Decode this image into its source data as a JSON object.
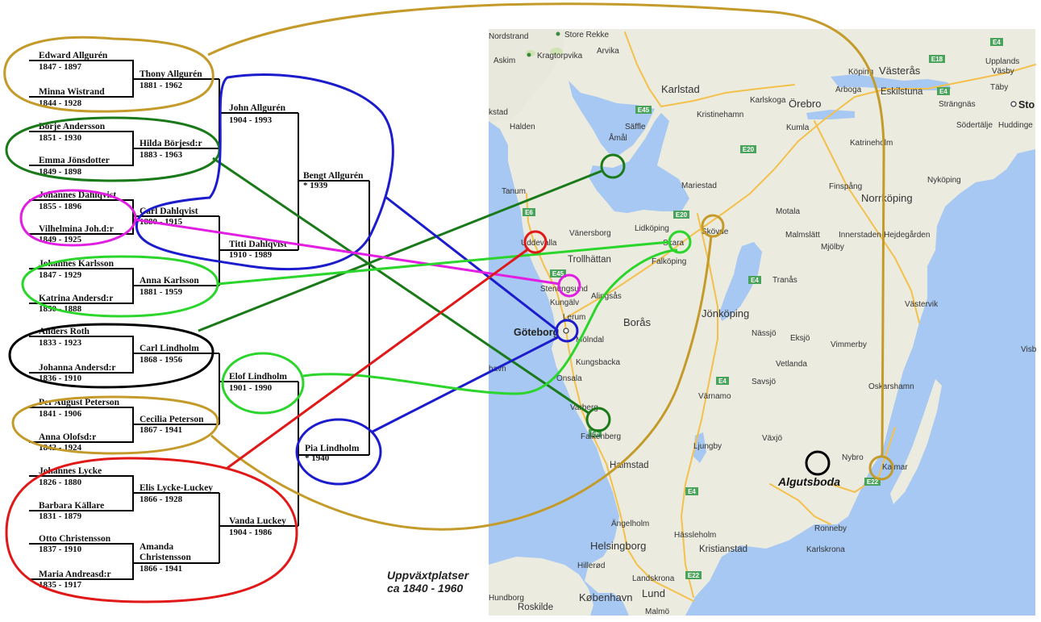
{
  "people": {
    "edward": {
      "name": "Edward Allgurén",
      "years": "1847 - 1897"
    },
    "minna": {
      "name": "Minna Wistrand",
      "years": "1844 - 1928"
    },
    "thony": {
      "name": "Thony Allgurén",
      "years": "1881 - 1962"
    },
    "borje": {
      "name": "Börje Andersson",
      "years": "1851 - 1930"
    },
    "emma": {
      "name": "Emma Jönsdotter",
      "years": "1849 - 1898"
    },
    "hilda": {
      "name": "Hilda Börjesd:r",
      "years": "1883 - 1963"
    },
    "john": {
      "name": "John Allgurén",
      "years": "1904 - 1993"
    },
    "bengt": {
      "name": "Bengt Allgurén",
      "years": "* 1939"
    },
    "johannes_d": {
      "name": "Johannes Dahlqvist",
      "years": "1855 - 1896"
    },
    "vilhelmina": {
      "name": "Vilhelmina Joh.d:r",
      "years": "1849 - 1925"
    },
    "carl_d": {
      "name": "Carl Dahlqvist",
      "years": "1880 - 1915"
    },
    "titti": {
      "name": "Titti Dahlqvist",
      "years": "1910 - 1989"
    },
    "johannes_k": {
      "name": "Johannes Karlsson",
      "years": "1847 - 1929"
    },
    "katrina": {
      "name": "Katrina Andersd:r",
      "years": "1850 - 1888"
    },
    "anna_k": {
      "name": "Anna Karlsson",
      "years": "1881 - 1959"
    },
    "anders": {
      "name": "Anders Roth",
      "years": "1833 - 1923"
    },
    "johanna": {
      "name": "Johanna Andersd:r",
      "years": "1836 - 1910"
    },
    "carl_l": {
      "name": "Carl Lindholm",
      "years": "1868 - 1956"
    },
    "elof": {
      "name": "Elof Lindholm",
      "years": "1901 - 1990"
    },
    "per": {
      "name": "Per August Peterson",
      "years": "1841 - 1906"
    },
    "anna_o": {
      "name": "Anna Olofsd:r",
      "years": "1842 - 1924"
    },
    "cecilia": {
      "name": "Cecilia Peterson",
      "years": "1867 - 1941"
    },
    "pia": {
      "name": "Pia Lindholm",
      "years": "* 1940"
    },
    "johannes_l": {
      "name": "Johannes Lycke",
      "years": "1826 - 1880"
    },
    "barbara": {
      "name": "Barbara Källare",
      "years": "1831 - 1879"
    },
    "elis": {
      "name": "Elis Lycke-Luckey",
      "years": "1866 - 1928"
    },
    "vanda": {
      "name": "Vanda Luckey",
      "years": "1904 - 1986"
    },
    "otto": {
      "name": "Otto Christensson",
      "years": "1837 - 1910"
    },
    "maria": {
      "name": "Maria Andreasd:r",
      "years": "1835 - 1917"
    },
    "amanda": {
      "name": "Amanda",
      "name2": "Christensson",
      "years": "1866 - 1941"
    }
  },
  "map": {
    "places": {
      "nordstrand": "Nordstrand",
      "store_rekke": "Store Rekke",
      "askim": "Askim",
      "kragtorpvika": "Kragtorpvika",
      "arvika": "Arvika",
      "karlstad": "Karlstad",
      "karlskoga": "Karlskoga",
      "orebro": "Örebro",
      "kristinehamn": "Kristinehamn",
      "koping": "Köping",
      "vasteras": "Västerås",
      "uppland": "Upplands",
      "vasby": "Väsby",
      "taby": "Täby",
      "arboga": "Arboga",
      "eskilstuna": "Eskilstuna",
      "strangnas": "Strängnäs",
      "stockholm": "Sto",
      "sodertalje": "Södertälje",
      "huddinge": "Huddinge",
      "kumla": "Kumla",
      "saffle": "Säffle",
      "halden": "Halden",
      "skstad": "kstad",
      "amal": "Åmål",
      "katrineholm": "Katrineholm",
      "nykoping": "Nyköping",
      "mariestad": "Mariestad",
      "finspang": "Finspång",
      "norrkoping": "Norrköping",
      "tanum": "Tanum",
      "vanersborg": "Vänersborg",
      "lidkoping": "Lidköping",
      "skovde": "Skövde",
      "motala": "Motala",
      "uddevalla": "Uddevalla",
      "skara": "Skara",
      "malmslatt": "Malmslätt",
      "innerstaden": "Innerstaden-Hejdegården",
      "mjolby": "Mjölby",
      "trollhattan": "Trollhättan",
      "falkoping": "Falköping",
      "tranas": "Tranås",
      "stenungsund": "Stenungsund",
      "kungalv": "Kungälv",
      "alingsas": "Alingsås",
      "jonkoping": "Jönköping",
      "vastervik": "Västervik",
      "lerum": "Lerum",
      "goteborg": "Göteborg",
      "boras": "Borås",
      "nassjo": "Nässjö",
      "eksjo": "Eksjö",
      "molndal": "Mölndal",
      "vimmerby": "Vimmerby",
      "kungsbacka": "Kungsbacka",
      "vetlanda": "Vetlanda",
      "visb": "Visb",
      "havn": "havn",
      "savsjo": "Savsjö",
      "onsala": "Onsala",
      "varnamo": "Värnamo",
      "oskarshamn": "Oskarshamn",
      "varberg": "Varberg",
      "falkenberg": "Falkenberg",
      "ljungby": "Ljungby",
      "vaxjo": "Växjö",
      "nybro": "Nybro",
      "halmstad": "Halmstad",
      "kalmar": "Kalmar",
      "angelholm": "Ängelholm",
      "hassleholm": "Hässleholm",
      "ronneby": "Ronneby",
      "helsingborg": "Helsingborg",
      "kristianstad": "Kristianstad",
      "karlskrona": "Karlskrona",
      "hillerod": "Hillerød",
      "landskrona": "Landskrona",
      "hundborg": "Hundborg",
      "kobenhavn": "København",
      "lund": "Lund",
      "roskilde": "Roskilde",
      "malmo": "Malmö"
    },
    "roads": [
      "E45",
      "E18",
      "E20",
      "E4",
      "E6",
      "E20",
      "E4",
      "E4",
      "E4",
      "E22",
      "E22",
      "E45",
      "E6",
      "E4"
    ],
    "algutsboda": "Algutsboda"
  },
  "caption": {
    "line1": "Uppväxtplatser",
    "line2": "ca 1840 - 1960"
  },
  "colors": {
    "brown": "#c49b2a",
    "blue": "#1c1ccc",
    "darkgreen": "#1a7a1a",
    "green": "#2bd52b",
    "magenta": "#e11ee1",
    "black": "#000000",
    "red": "#e01818",
    "water": "#a3c5f0",
    "land": "#ebeadf",
    "road": "#f6c343"
  }
}
